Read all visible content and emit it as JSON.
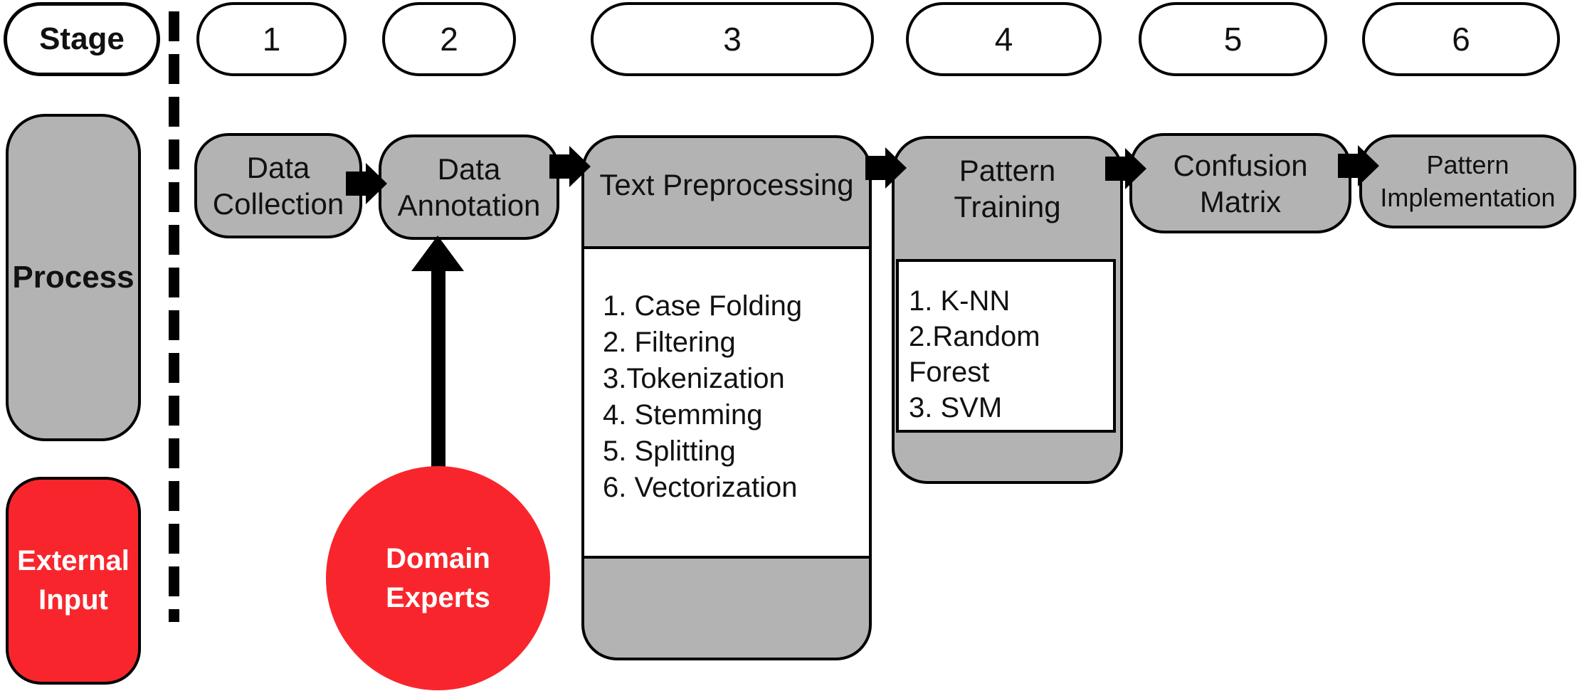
{
  "legend": {
    "stage_label": "Stage",
    "process_label": "Process",
    "external_input_label": "External\nInput"
  },
  "stages": [
    "1",
    "2",
    "3",
    "4",
    "5",
    "6"
  ],
  "process": {
    "data_collection": "Data\nCollection",
    "data_annotation": "Data\nAnnotation",
    "text_preprocessing": {
      "title": "Text Preprocessing",
      "steps": [
        "1. Case Folding",
        "2. Filtering",
        "3.Tokenization",
        "4. Stemming",
        "5. Splitting",
        "6. Vectorization"
      ]
    },
    "pattern_training": {
      "title": "Pattern\nTraining",
      "algorithms": [
        "1. K-NN",
        "2.Random Forest",
        "3. SVM"
      ]
    },
    "confusion_matrix": "Confusion\nMatrix",
    "pattern_implementation": "Pattern\nImplementation"
  },
  "external": {
    "domain_experts": "Domain\nExperts"
  },
  "colors": {
    "box_gray": "#b3b3b3",
    "accent_red": "#f8262c",
    "border_black": "#000000",
    "background_white": "#ffffff"
  }
}
